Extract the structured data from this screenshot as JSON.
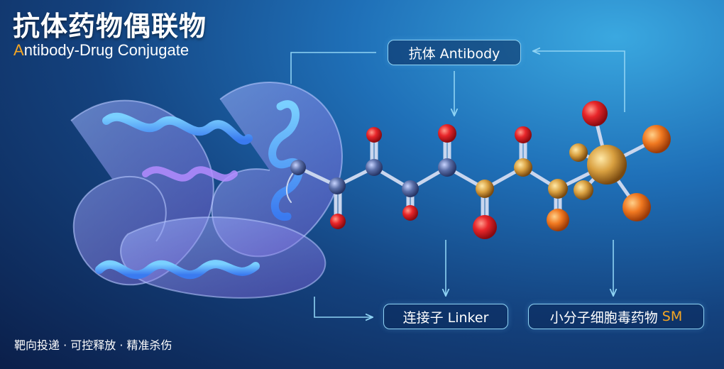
{
  "title": "抗体药物偶联物",
  "subtitle": {
    "accent": "A",
    "rest": "ntibody-Drug Conjugate"
  },
  "labels": {
    "antibody": "抗体 Antibody",
    "linker": "连接子 Linker",
    "sm_cn": "小分子细胞毒药物",
    "sm_abbr": "SM"
  },
  "tagline": "靶向投递 · 可控释放 · 精准杀伤",
  "colors": {
    "accent": "#f5a623",
    "box_border": "#8fd3f4",
    "atom_red": "#e8262a",
    "atom_blue": "#5b6fa8",
    "atom_gold": "#d9a040",
    "atom_orange": "#f07820"
  }
}
